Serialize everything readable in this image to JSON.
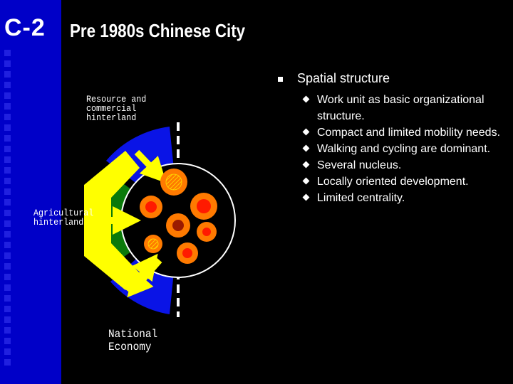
{
  "header": {
    "code": "C-2",
    "title": "Pre 1980s Chinese City"
  },
  "diagram": {
    "labels": {
      "resource": [
        "Resource and",
        "commercial",
        "hinterland"
      ],
      "agricultural": [
        "Agricultural",
        "hinterland"
      ],
      "economy": [
        "National",
        "Economy"
      ]
    },
    "colors": {
      "hinterland_blue": "#0a14e6",
      "hinterland_green": "#0a7a0a",
      "arrow_yellow": "#ffff00",
      "nucleus_orange": "#ff7a00",
      "nucleus_red": "#ff1a00",
      "nucleus_brown": "#9a1a00"
    }
  },
  "bullets": {
    "heading": "Spatial structure",
    "items": [
      "Work unit as basic organizational structure.",
      "Compact and limited mobility needs.",
      "Walking and cycling are dominant.",
      "Several nucleus.",
      "Locally oriented development.",
      "Limited centrality."
    ]
  }
}
